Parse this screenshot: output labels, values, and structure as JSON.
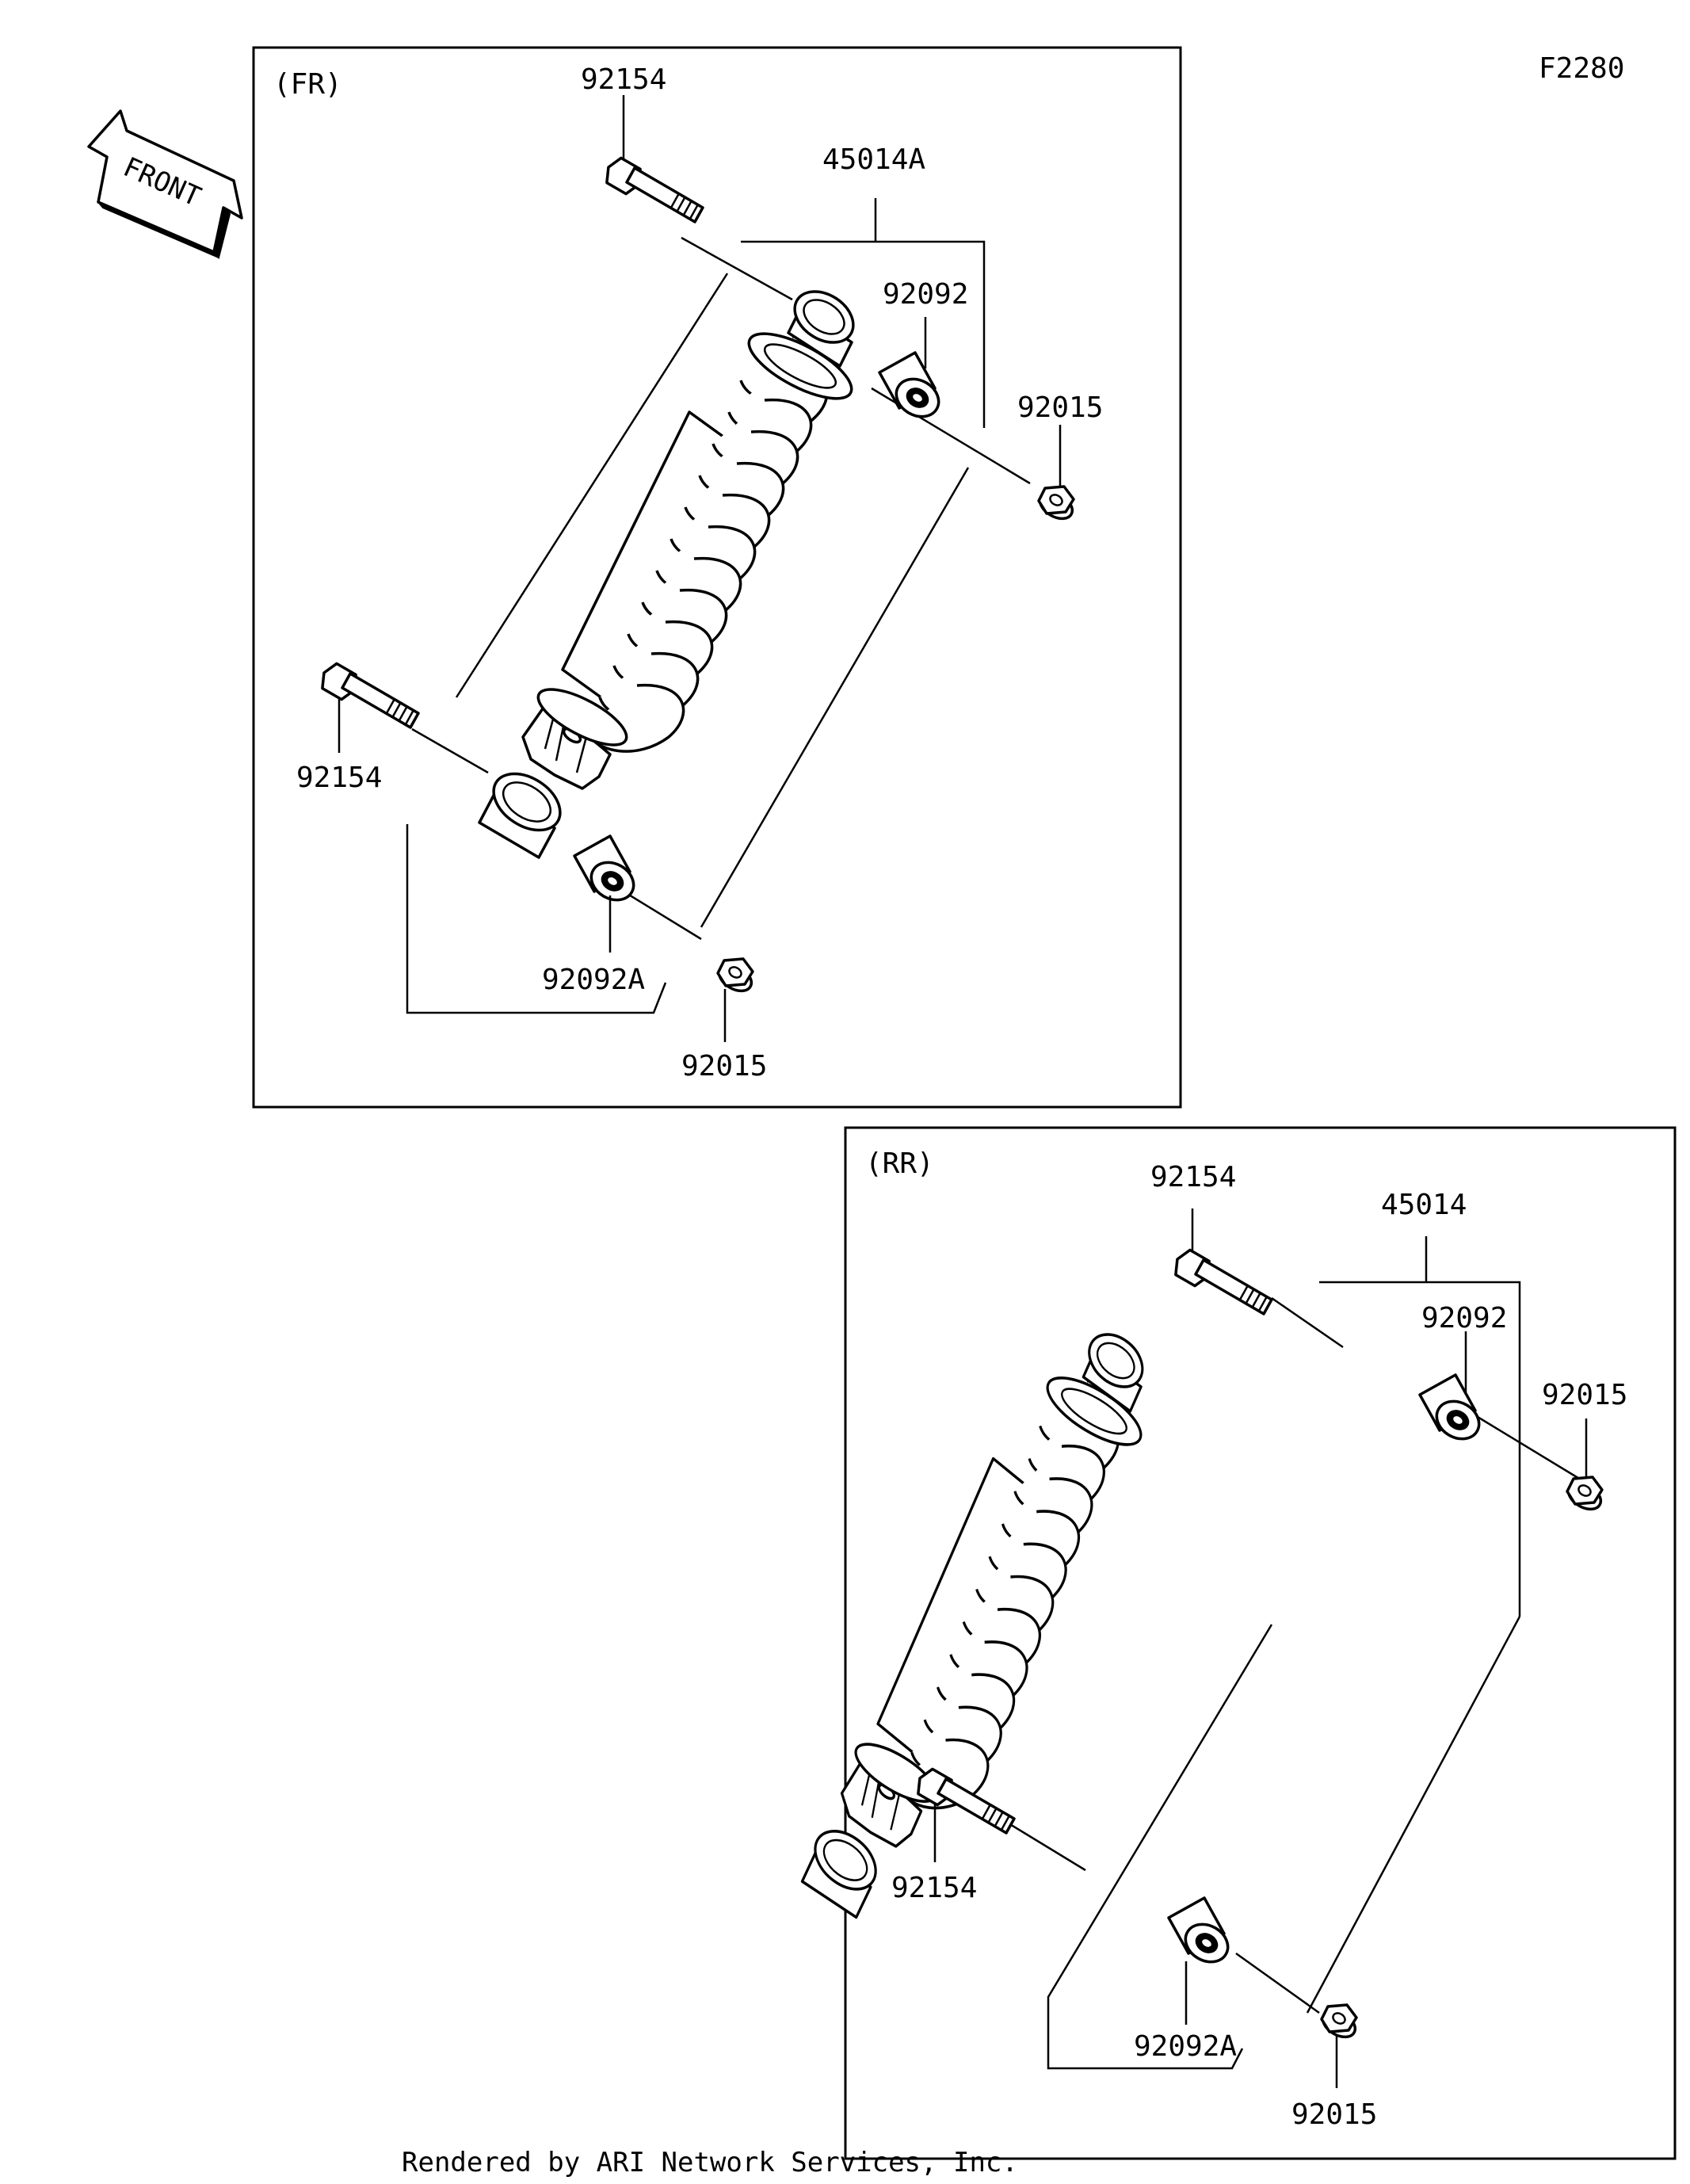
{
  "figure_code": "F2280",
  "footer": "Rendered by ARI Network Services, Inc.",
  "front_arrow_text": "FRONT",
  "panels": {
    "front": {
      "title": "(FR)",
      "labels": {
        "bolt_top": "92154",
        "assembly": "45014A",
        "bushing_top": "92092",
        "nut_top": "92015",
        "bolt_bottom": "92154",
        "bushing_bottom": "92092A",
        "nut_bottom": "92015"
      }
    },
    "rear": {
      "title": "(RR)",
      "labels": {
        "bolt_top": "92154",
        "assembly": "45014",
        "bushing_top": "92092",
        "nut_top": "92015",
        "bolt_bottom": "92154",
        "bushing_bottom": "92092A",
        "nut_bottom": "92015"
      }
    }
  },
  "colors": {
    "ink": "#000000",
    "paper": "#ffffff"
  }
}
